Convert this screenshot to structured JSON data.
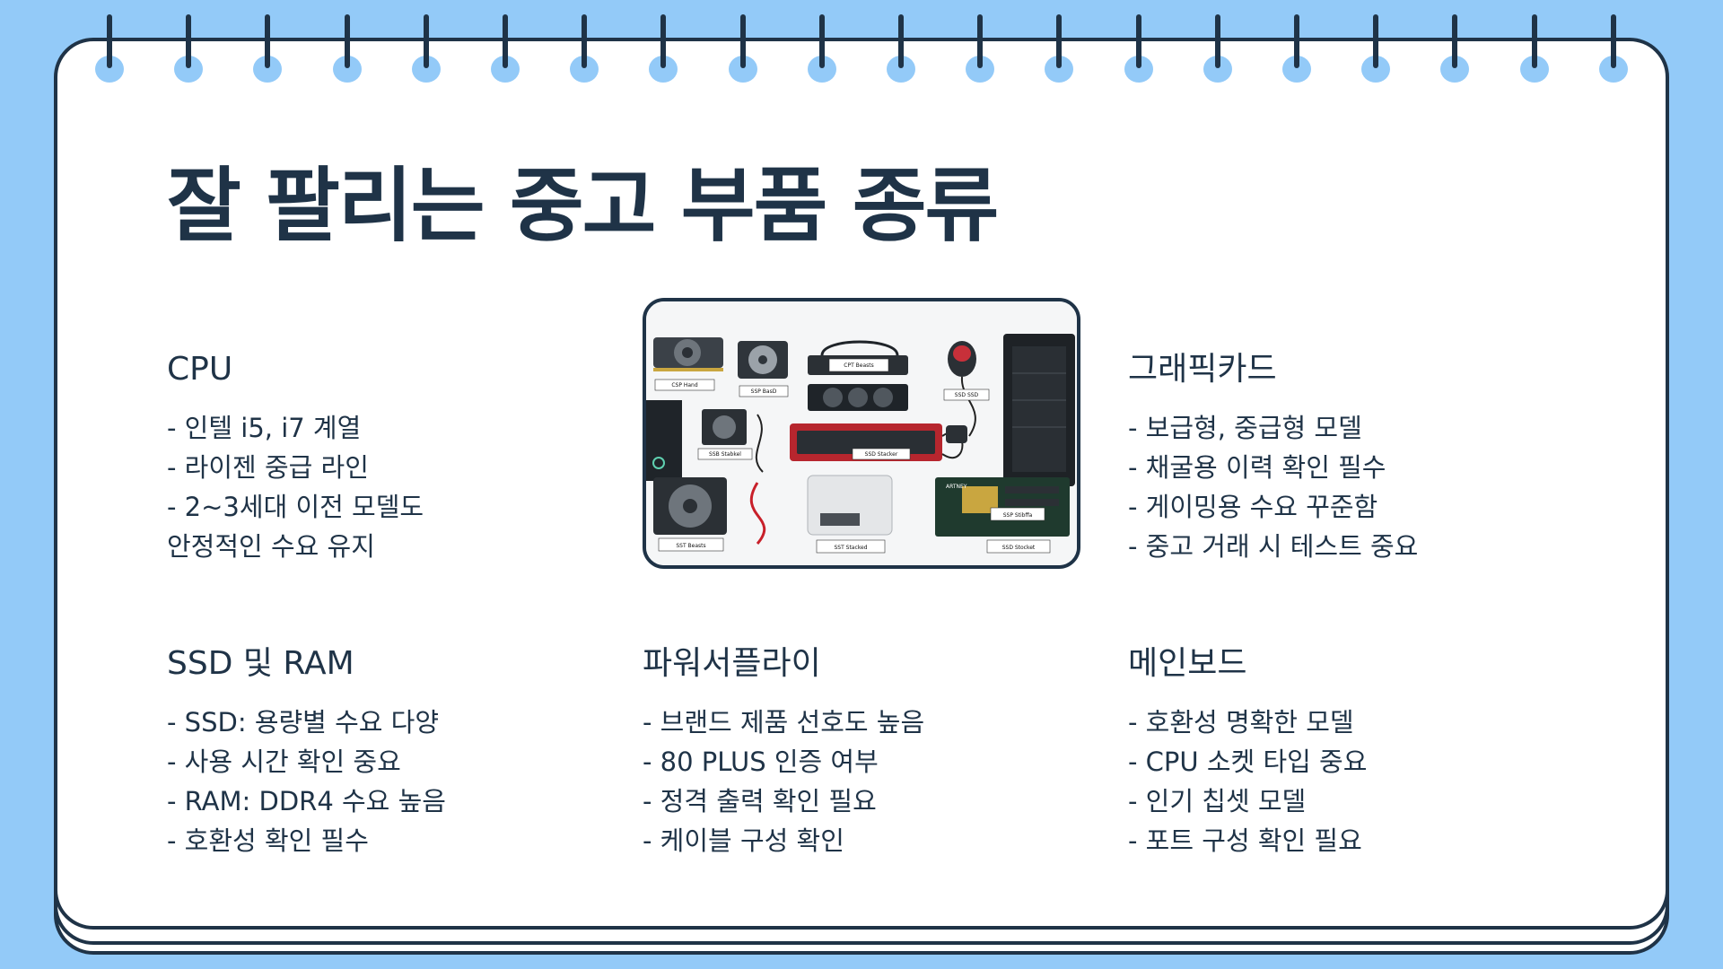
{
  "slide": {
    "title": "잘 팔리는 중고 부품 종류"
  },
  "sections": {
    "cpu": {
      "heading": "CPU",
      "items": [
        "- 인텔 i5, i7 계열",
        "- 라이젠 중급 라인",
        "- 2~3세대 이전 모델도",
        "안정적인 수요 유지"
      ]
    },
    "gpu": {
      "heading": "그래픽카드",
      "items": [
        "- 보급형, 중급형 모델",
        "- 채굴용 이력 확인 필수",
        "- 게이밍용 수요 꾸준함",
        "- 중고 거래 시 테스트 중요"
      ]
    },
    "storage": {
      "heading": "SSD 및 RAM",
      "items": [
        "- SSD: 용량별 수요 다양",
        "- 사용 시간 확인 중요",
        "- RAM: DDR4 수요 높음",
        "- 호환성 확인 필수"
      ]
    },
    "psu": {
      "heading": "파워서플라이",
      "items": [
        "- 브랜드 제품 선호도 높음",
        "- 80 PLUS 인증 여부",
        "- 정격 출력 확인 필요",
        "- 케이블 구성 확인"
      ]
    },
    "board": {
      "heading": "메인보드",
      "items": [
        "- 호환성 명확한 모델",
        "- CPU 소켓 타입 중요",
        "- 인기 칩셋 모델",
        "- 포트 구성 확인 필요"
      ]
    }
  },
  "photo": {
    "labels": {
      "l1": "CSP Hand",
      "l2": "SSP BasD",
      "l3": "CPT Beasts",
      "l4": "SSD SSD",
      "l5": "SSB Stabkel",
      "l6": "SSD Stacker",
      "l7": "SSP Stibffa",
      "l8": "SST Beasts",
      "l9": "SST Stacked",
      "l10": "SSD Stocket",
      "brand": "ARTNEY"
    }
  }
}
